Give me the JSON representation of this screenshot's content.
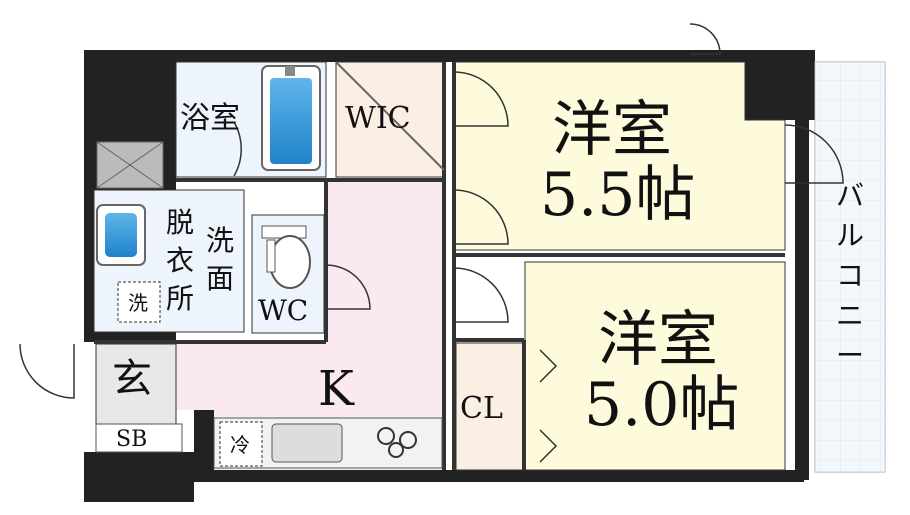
{
  "rooms": {
    "bath": "浴室",
    "wic": "WIC",
    "western1_name": "洋室",
    "western1_size": "5.5帖",
    "western2_name": "洋室",
    "western2_size": "5.0帖",
    "dressing_1": "脱",
    "dressing_2": "衣",
    "dressing_3": "所",
    "wash_1": "洗",
    "wash_2": "面",
    "washer": "洗",
    "wc": "WC",
    "kitchen": "K",
    "closet": "CL",
    "entrance": "玄",
    "shoe_box": "SB",
    "fridge": "冷",
    "balcony_1": "バ",
    "balcony_2": "ル",
    "balcony_3": "コ",
    "balcony_4": "ニ",
    "balcony_5": "ー"
  },
  "colors": {
    "wall": "#222222",
    "bath_floor": "#edf4fb",
    "wic_floor": "#fbeee3",
    "bedroom_floor": "#fdfbdc",
    "kitchen_floor": "#fbe9f1",
    "balcony_floor": "#eaf2fb",
    "closet_floor": "#fbeee3"
  },
  "icons": [
    "bathtub-icon",
    "toilet-icon",
    "sink-icon",
    "stove-icon",
    "door-swing-icon",
    "shaft-icon"
  ]
}
